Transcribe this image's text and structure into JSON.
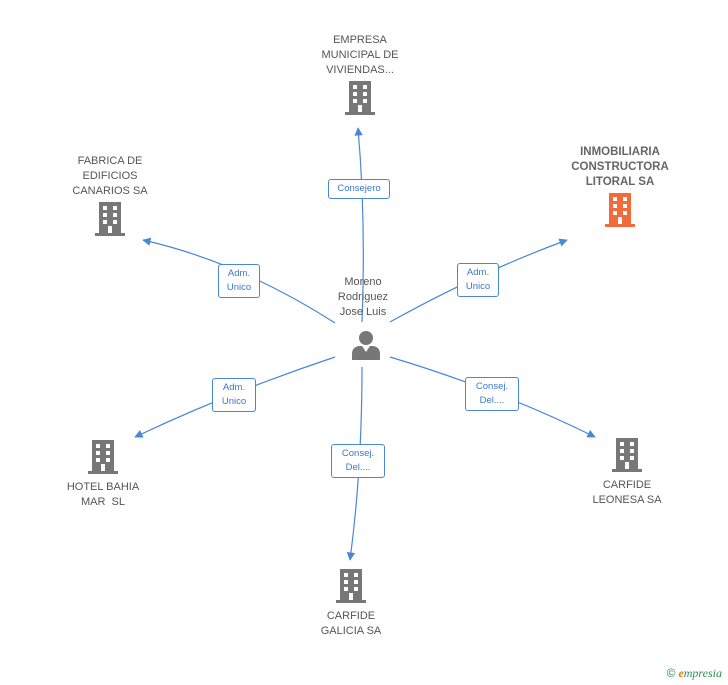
{
  "center": {
    "name_lines": [
      "Moreno",
      "Rodriguez",
      "Jose Luis"
    ],
    "icon": "person-icon"
  },
  "companies": [
    {
      "id": "empresa",
      "lines": [
        "EMPRESA",
        "MUNICIPAL DE",
        "VIVIENDAS..."
      ],
      "icon": "building-icon",
      "highlight": false
    },
    {
      "id": "fabrica",
      "lines": [
        "FABRICA DE",
        "EDIFICIOS",
        "CANARIOS SA"
      ],
      "icon": "building-icon",
      "highlight": false
    },
    {
      "id": "inmobiliaria",
      "lines": [
        "INMOBILIARIA",
        "CONSTRUCTORA",
        "LITORAL SA"
      ],
      "icon": "building-icon",
      "highlight": true
    },
    {
      "id": "hotel",
      "lines": [
        "HOTEL BAHIA",
        "MAR  SL"
      ],
      "icon": "building-icon",
      "highlight": false
    },
    {
      "id": "carfide-leonesa",
      "lines": [
        "CARFIDE",
        "LEONESA SA"
      ],
      "icon": "building-icon",
      "highlight": false
    },
    {
      "id": "carfide-galicia",
      "lines": [
        "CARFIDE",
        "GALICIA SA"
      ],
      "icon": "building-icon",
      "highlight": false
    }
  ],
  "relations": [
    {
      "target": "empresa",
      "lines": [
        "Consejero"
      ]
    },
    {
      "target": "fabrica",
      "lines": [
        "Adm.",
        "Unico"
      ]
    },
    {
      "target": "inmobiliaria",
      "lines": [
        "Adm.",
        "Unico"
      ]
    },
    {
      "target": "hotel",
      "lines": [
        "Adm.",
        "Unico"
      ]
    },
    {
      "target": "carfide-leonesa",
      "lines": [
        "Consej.",
        "Del...."
      ]
    },
    {
      "target": "carfide-galicia",
      "lines": [
        "Consej.",
        "Del...."
      ]
    }
  ],
  "colors": {
    "edge": "#4a87d6",
    "building": "#777777",
    "building_highlight": "#f26b3a",
    "person": "#777777"
  },
  "footer": {
    "copyright": "©",
    "brand_initial": "e",
    "brand_rest": "mpresia"
  }
}
